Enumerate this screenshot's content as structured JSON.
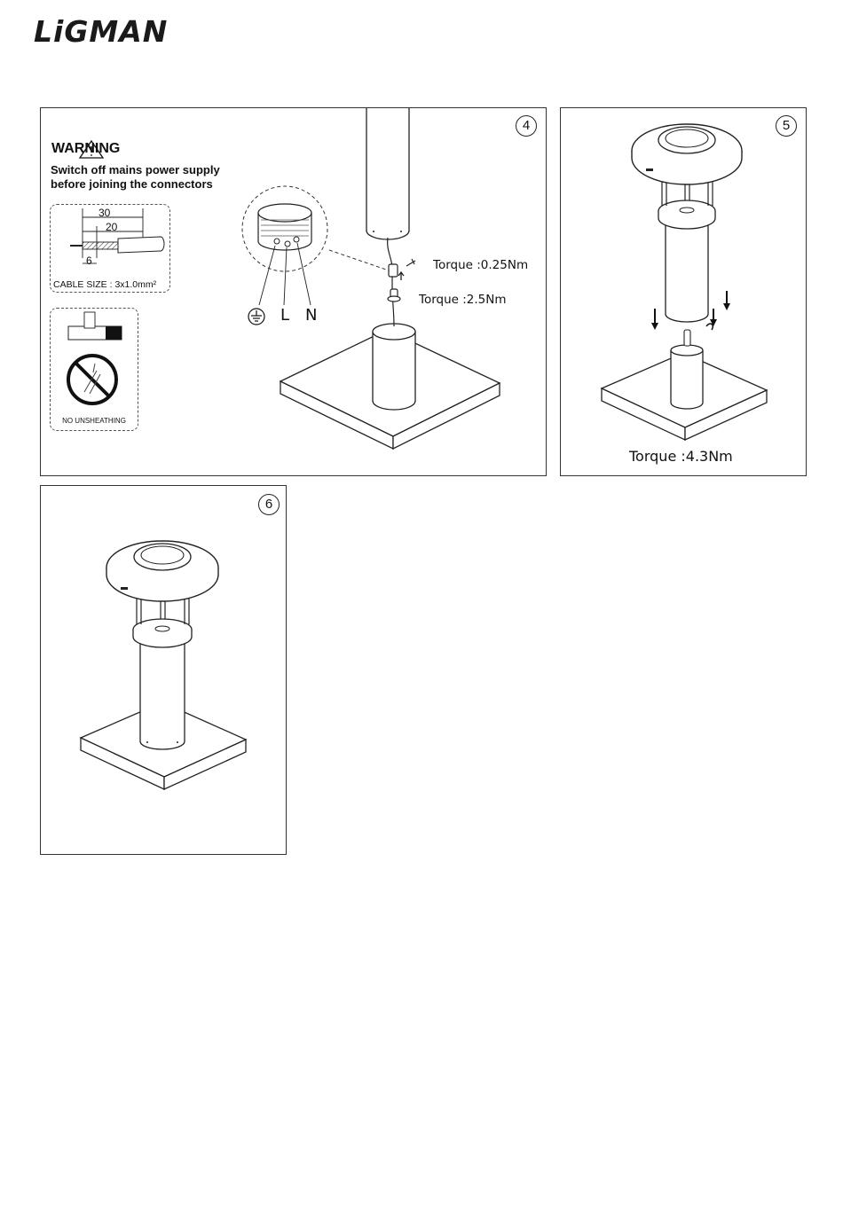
{
  "brand": {
    "logo_text": "LiGMAN"
  },
  "step4": {
    "number": "4",
    "warning_title": "WARNING",
    "warning_text": "Switch off mains power supply before joining the connectors",
    "cable": {
      "dim_30": "30",
      "dim_20": "20",
      "dim_6": "6",
      "size_label": "CABLE SIZE : 3x1.0mm²"
    },
    "no_unsheathing": "NO UNSHEATHING",
    "torque_small": "Torque :0.25Nm",
    "torque_large": "Torque :2.5Nm",
    "wire_labels": {
      "live": "L",
      "neutral": "N"
    }
  },
  "step5": {
    "number": "5",
    "torque": "Torque :4.3Nm"
  },
  "step6": {
    "number": "6"
  },
  "icons": [
    "warning-triangle-icon",
    "ground-symbol-icon",
    "no-symbol-icon",
    "arrow-down-icon"
  ]
}
